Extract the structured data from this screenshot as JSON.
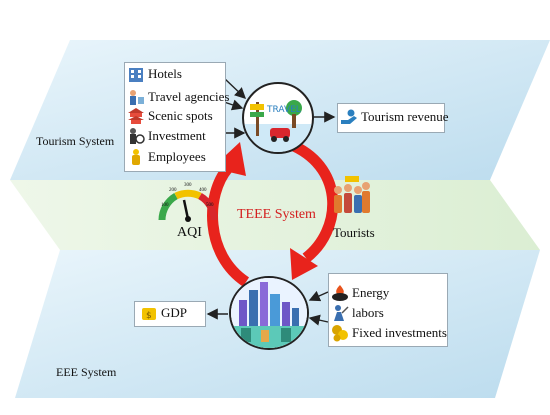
{
  "systems": {
    "tourism": "Tourism System",
    "center": "TEEE System",
    "eee": "EEE System"
  },
  "tourism_inputs": [
    "Hotels",
    "Travel agencies",
    "Scenic spots",
    "Investment",
    "Employees"
  ],
  "tourism_output": "Tourism revenue",
  "middle": {
    "aqi": "AQI",
    "tourists": "Tourists",
    "gauge_ticks": [
      "100",
      "200",
      "300",
      "400",
      "500"
    ]
  },
  "eee_inputs": [
    "Energy",
    "labors",
    "Fixed investments"
  ],
  "eee_output": "GDP",
  "colors": {
    "plane_blue": "#cfe6f3",
    "plane_green": "#e3f1dc",
    "loop_arrow": "#e8231c",
    "connector": "#222222"
  }
}
